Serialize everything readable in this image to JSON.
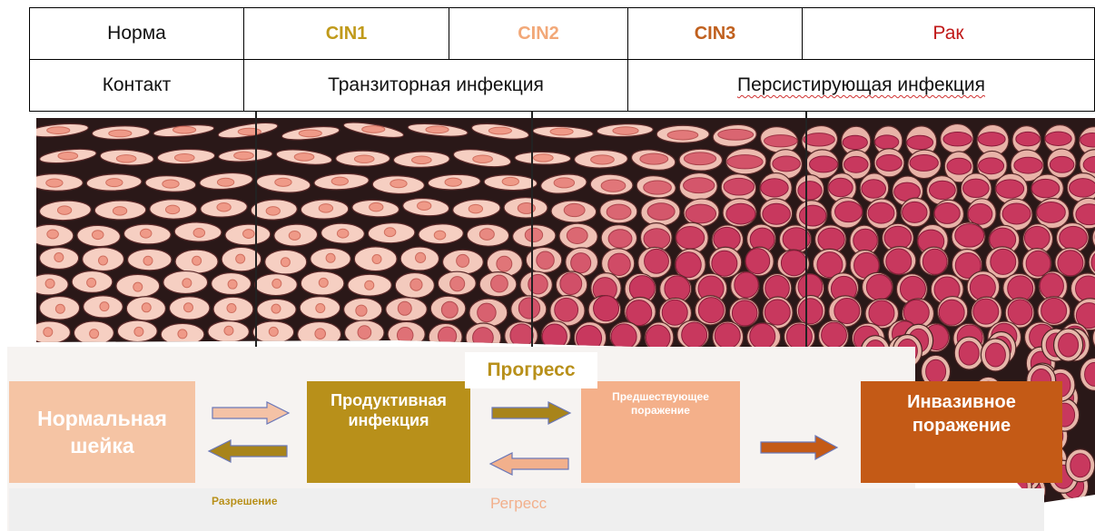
{
  "header": {
    "stages": [
      {
        "label": "Норма",
        "color": "#111111"
      },
      {
        "label": "CIN1",
        "color": "#c09a1a"
      },
      {
        "label": "CIN2",
        "color": "#f2a878"
      },
      {
        "label": "CIN3",
        "color": "#c0601e"
      },
      {
        "label": "Рак",
        "color": "#c01818"
      }
    ],
    "infection": {
      "contact": "Контакт",
      "transient": "Транзиторная инфекция",
      "persistent": "Персистирующая инфекция"
    }
  },
  "flow": {
    "normal": "Нормальная шейка",
    "productive": "Продуктивная инфекция",
    "precursor": "Предшествующее поражение",
    "invasive": "Инвазивное поражение",
    "progress": "Прогресс",
    "regress": "Регресс",
    "resolution": "Разрешение"
  },
  "colors": {
    "normal_box": "#f5c4a4",
    "productive_box": "#b8901a",
    "precursor_box": "#f4b08a",
    "invasive_box": "#c45a16",
    "arrow_gold": "#a8841a",
    "arrow_peach": "#f2b08c",
    "arrow_orange": "#c45a16",
    "cell_light": "#f6c9bb",
    "cell_dark": "#c83e62"
  }
}
